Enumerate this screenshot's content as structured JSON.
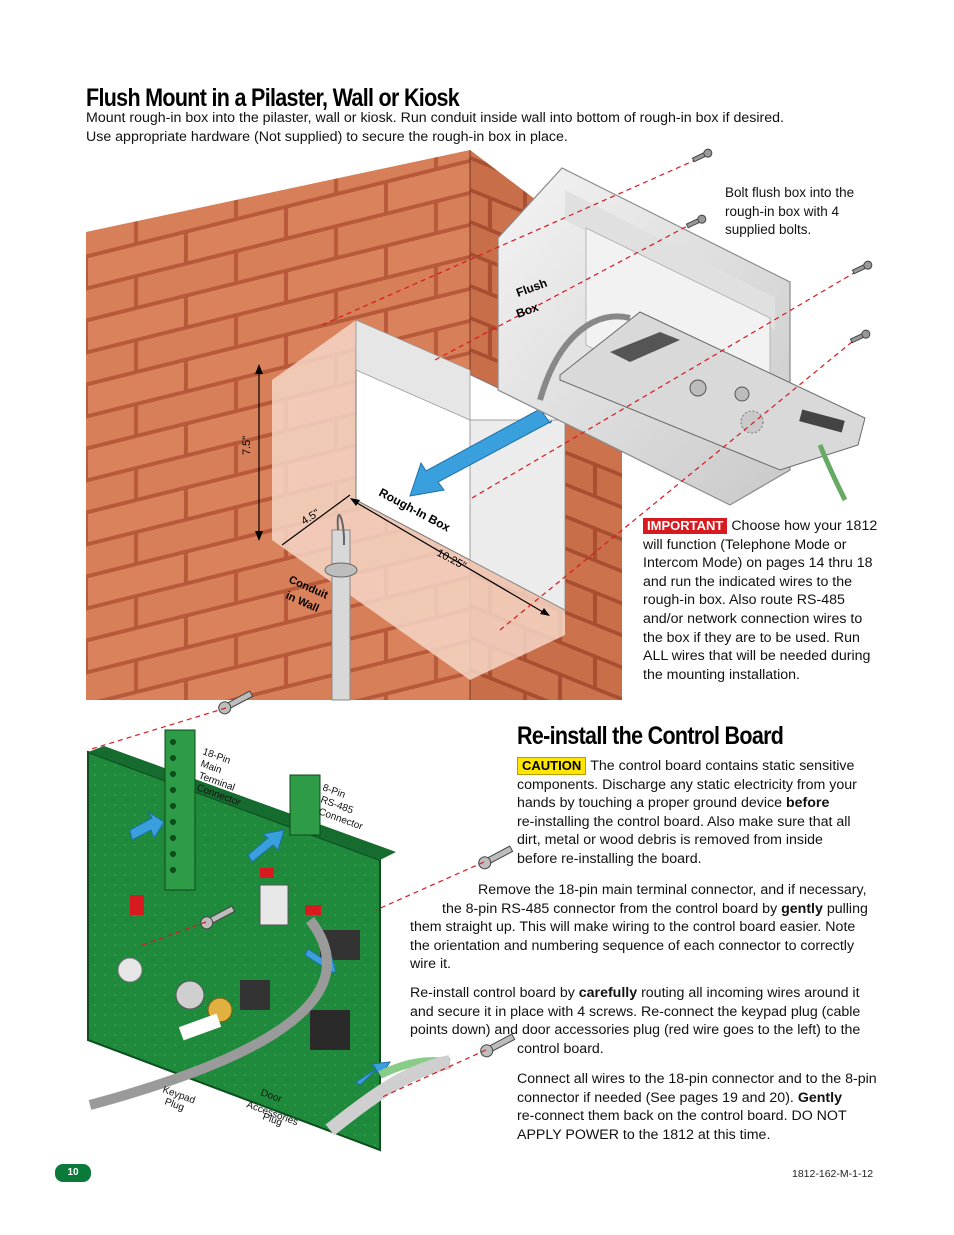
{
  "flush_section": {
    "title": "Flush Mount in a Pilaster, Wall or Kiosk",
    "intro_line1": "Mount rough-in box into the pilaster, wall or kiosk. Run conduit inside wall into bottom of rough-in box if desired.",
    "intro_line2": "Use appropriate hardware (Not supplied) to secure the rough-in box in place.",
    "bolt_note": [
      "Bolt flush box into the",
      "rough-in box with 4",
      "supplied bolts."
    ],
    "labels": {
      "flush_box_1": "Flush",
      "flush_box_2": "Box",
      "rough_in_box": "Rough-In Box",
      "conduit_1": "Conduit",
      "conduit_2": "in Wall",
      "dim_height": "7.5\"",
      "dim_depth": "4.5\"",
      "dim_width": "10.25\""
    },
    "important_tag": "IMPORTANT",
    "important_lines": [
      "Choose how your 1812",
      "will function (Telephone Mode or",
      "Intercom Mode) on pages 14 thru 18",
      "and run the indicated wires to the",
      "rough-in box. Also route RS-485",
      "and/or network connection wires to",
      "the box if they are to be used. Run",
      "ALL wires that will be needed during",
      "the mounting installation."
    ]
  },
  "control_section": {
    "title": "Re-install the Control Board",
    "caution_tag": "CAUTION",
    "caution_first": "The control board contains static sensitive",
    "caution_line2": "components. Discharge any static electricity from your",
    "caution_line3_a": "hands by touching a proper ground device ",
    "caution_line3_b": "before",
    "caution_line4": "re-installing the control board. Also make sure that all",
    "caution_line5": "dirt, metal or wood debris is removed from inside",
    "caution_line6": "before re-installing the board.",
    "para2_line1": "Remove the 18-pin main terminal connector, and if necessary,",
    "para2_line2_a": "the 8-pin RS-485 connector from the control board by ",
    "para2_line2_b": "gently",
    "para2_line2_c": " pulling",
    "para2_line3": "them straight up. This will make wiring to the control board easier. Note",
    "para2_line4": "the orientation and numbering sequence of each connector to correctly",
    "para2_line5": "wire it.",
    "para3_line1_a": "Re-install control board by ",
    "para3_line1_b": "carefully",
    "para3_line1_c": " routing all incoming wires around it",
    "para3_line2": "and secure it in place with 4 screws. Re-connect the keypad plug (cable",
    "para3_line3": "points down) and door accessories plug (red wire goes to the left) to the",
    "para3_line4": "control board.",
    "para4_line1": "Connect all wires to the 18-pin connector and to the 8-pin",
    "para4_line2_a": "connector if needed (See pages 19 and 20). ",
    "para4_line2_b": "Gently",
    "para4_line3": "re-connect them back on the control board. DO NOT",
    "para4_line4": "APPLY POWER to the 1812 at this time.",
    "labels": {
      "main_conn": [
        "18-Pin",
        "Main",
        "Terminal",
        "Connector"
      ],
      "rs485_conn": [
        "8-Pin",
        "RS-485",
        "Connector"
      ],
      "keypad": [
        "Keypad",
        "Plug"
      ],
      "door_acc": [
        "Door",
        "Accessories",
        "Plug"
      ]
    }
  },
  "footer": {
    "page_number": "10",
    "doc_number": "1812-162-M-1-12"
  }
}
